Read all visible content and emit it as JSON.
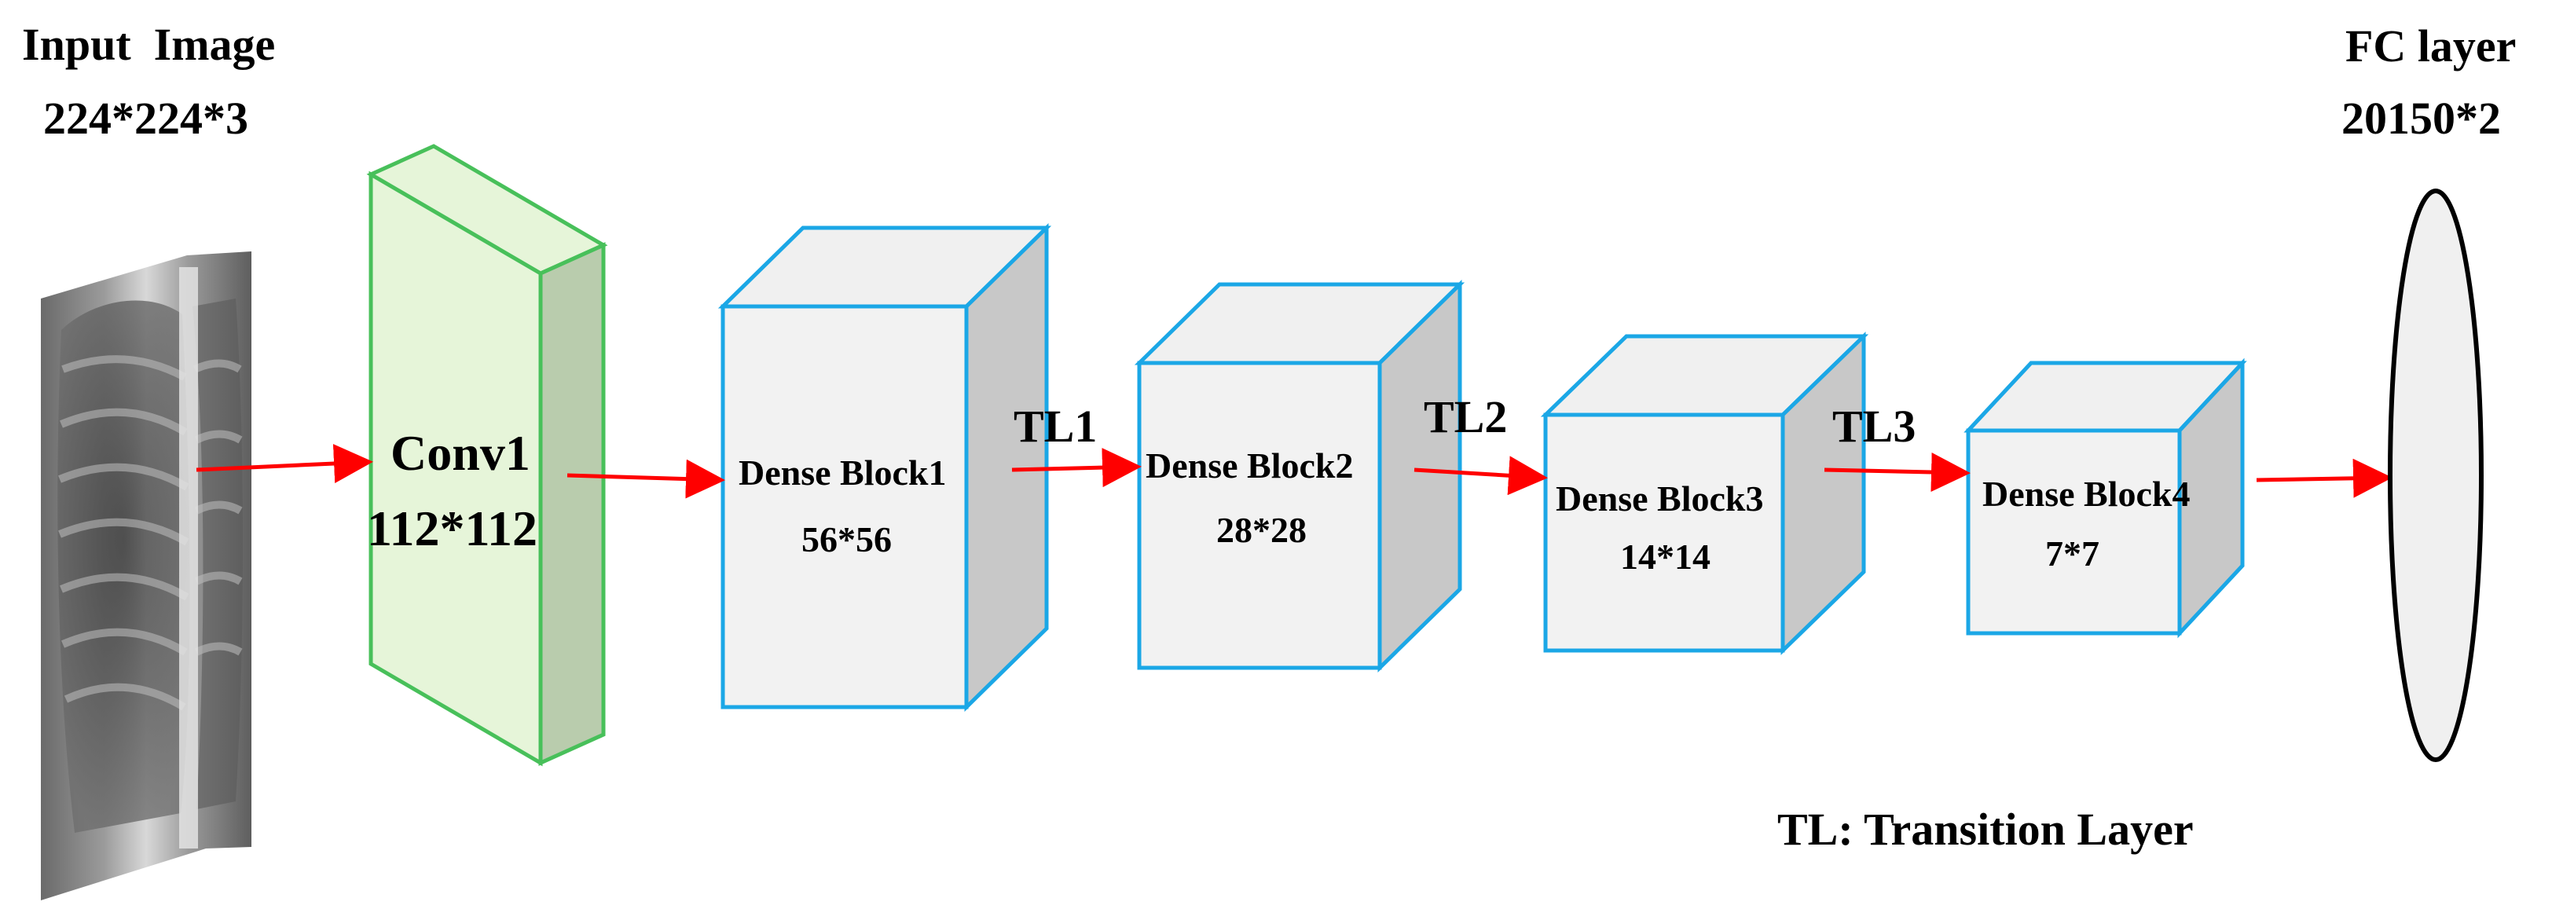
{
  "input": {
    "title": "Input  Image",
    "size": "224*224*3"
  },
  "conv": {
    "name": "Conv1",
    "size": "112*112"
  },
  "dense_blocks": [
    {
      "name": "Dense Block1",
      "size": "56*56"
    },
    {
      "name": "Dense Block2",
      "size": "28*28"
    },
    {
      "name": "Dense Block3",
      "size": "14*14"
    },
    {
      "name": "Dense Block4",
      "size": "7*7"
    }
  ],
  "transitions": [
    "TL1",
    "TL2",
    "TL3"
  ],
  "fc": {
    "title": "FC layer",
    "size": "20150*2"
  },
  "legend": "TL: Transition Layer",
  "colors": {
    "arrow": "#ff0000",
    "conv_fill": "#e6f5d9",
    "conv_edge": "#48c05a",
    "conv_side": "#b9ccad",
    "block_edge": "#1ba7e6",
    "block_front": "#f2f2f2",
    "block_top": "#f0f0f0",
    "block_side": "#c8c8c8",
    "fc_fill": "#f0f0f0"
  }
}
